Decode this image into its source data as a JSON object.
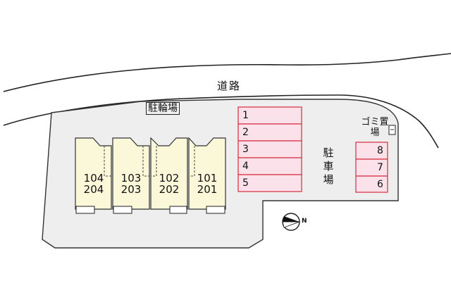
{
  "labels": {
    "road": "道路",
    "bicycle_parking": "駐輪場",
    "parking_lot": "駐車場",
    "garbage_area": "ゴミ置場",
    "north": "N"
  },
  "units": [
    {
      "ground": "104",
      "upper": "204"
    },
    {
      "ground": "103",
      "upper": "203"
    },
    {
      "ground": "102",
      "upper": "202"
    },
    {
      "ground": "101",
      "upper": "201"
    }
  ],
  "parking_left": [
    "1",
    "2",
    "3",
    "4",
    "5"
  ],
  "parking_right": [
    "8",
    "7",
    "6"
  ],
  "colors": {
    "site_fill": "#eeeeee",
    "building_fill": "#fbf7d9",
    "parking_fill": "#fbe1ea",
    "parking_border": "#d93a4a",
    "outline": "#333333"
  }
}
